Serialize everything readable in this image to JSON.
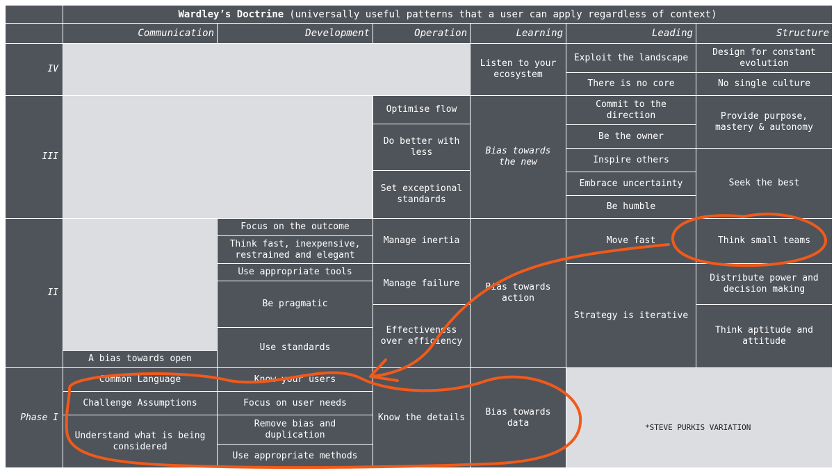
{
  "title": {
    "bold": "Wardley’s Doctrine",
    "rest": "(universally useful patterns that a user can apply regardless of context)"
  },
  "columns": [
    "Communication",
    "Development",
    "Operation",
    "Learning",
    "Leading",
    "Structure"
  ],
  "phases": [
    "IV",
    "III",
    "II",
    "Phase I"
  ],
  "communication": {
    "bias_open": "A bias towards open",
    "common_language": "Common Language",
    "challenge": "Challenge Assumptions",
    "understand": "Understand what is being considered"
  },
  "development": {
    "focus_outcome": "Focus on the outcome",
    "think_fast": "Think fast, inexpensive, restrained and elegant",
    "appropriate_tools": "Use appropriate tools",
    "pragmatic": "Be pragmatic",
    "standards": "Use standards",
    "know_users": "Know your users",
    "user_needs": "Focus on user needs",
    "remove_bias": "Remove bias and duplication",
    "appropriate_methods": "Use appropriate methods"
  },
  "operation": {
    "optimise_flow": "Optimise flow",
    "do_better": "Do better with less",
    "set_standards": "Set exceptional standards",
    "manage_inertia": "Manage inertia",
    "manage_failure": "Manage failure",
    "effectiveness": "Effectiveness over efficiency",
    "know_details": "Know the details"
  },
  "learning": {
    "listen": "Listen to your ecosystem",
    "bias_new": "Bias towards the new",
    "bias_action": "Bias towards action",
    "bias_data": "Bias towards data"
  },
  "leading": {
    "exploit": "Exploit the landscape",
    "no_core": "There is no core",
    "commit": "Commit to the direction",
    "owner": "Be the owner",
    "inspire": "Inspire others",
    "uncertainty": "Embrace uncertainty",
    "humble": "Be humble",
    "move_fast": "Move fast",
    "strategy": "Strategy is iterative"
  },
  "structure": {
    "design": "Design for constant evolution",
    "single_culture": "No single culture",
    "purpose": "Provide purpose, mastery & autonomy",
    "seek_best": "Seek the best",
    "small_teams": "Think small teams",
    "distribute": "Distribute power and decision making",
    "aptitude": "Think aptitude and attitude"
  },
  "note": "*STEVE PURKIS VARIATION",
  "colors": {
    "cell": "#4f535a",
    "empty": "#dcdde0",
    "annotation": "#f05a1a"
  }
}
